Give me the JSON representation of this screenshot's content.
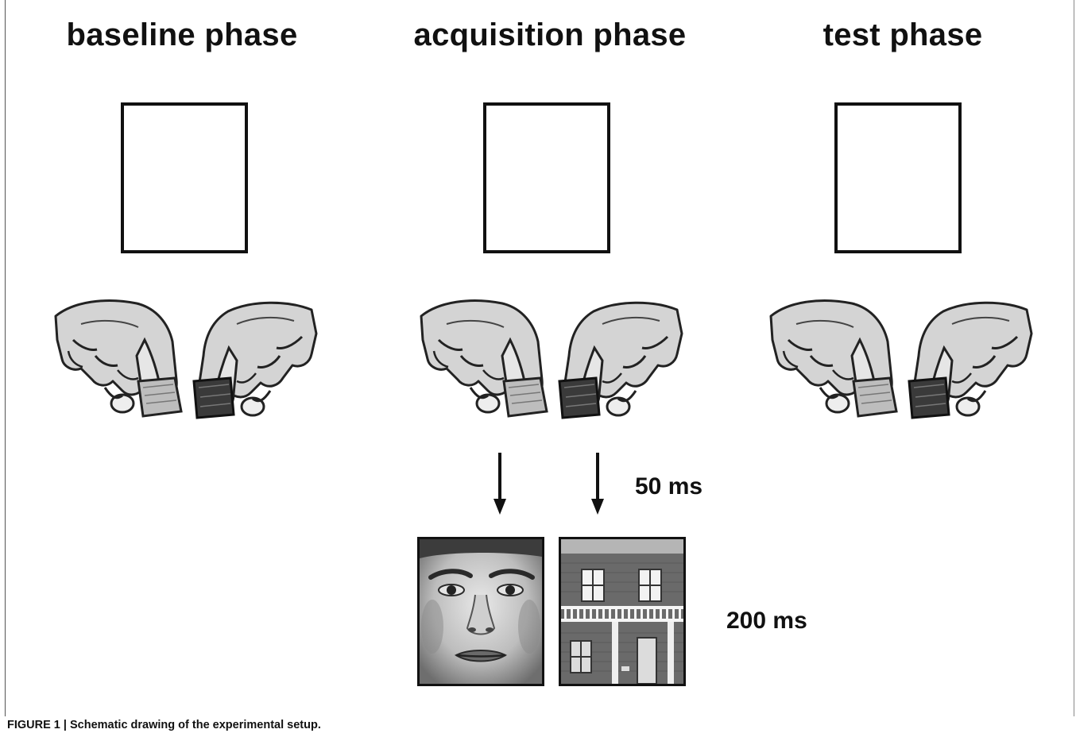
{
  "phases": [
    {
      "title": "baseline phase"
    },
    {
      "title": "acquisition phase"
    },
    {
      "title": "test phase"
    }
  ],
  "timings": {
    "response_to_stimulus": "50 ms",
    "stimulus_duration": "200 ms"
  },
  "stimuli": {
    "left": "face-image",
    "right": "house-image"
  },
  "caption": "FIGURE 1 | Schematic drawing of the experimental setup."
}
